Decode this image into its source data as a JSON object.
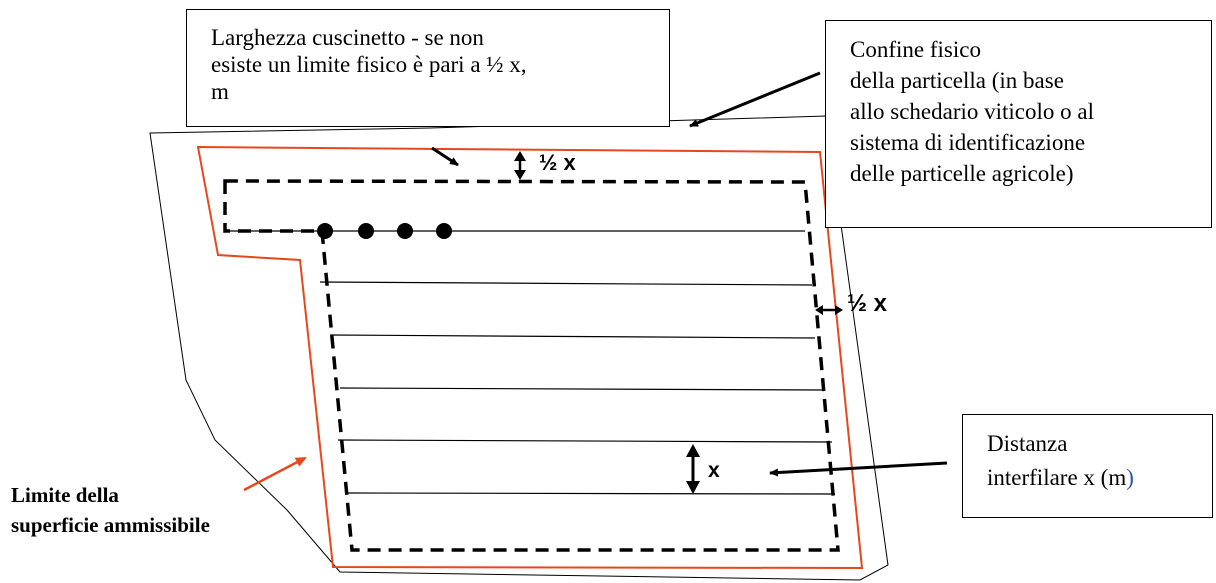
{
  "labels": {
    "larghezza_line1": "Larghezza cuscinetto - se non",
    "larghezza_line2": "esiste un limite fisico è pari a ½ x,",
    "larghezza_line3": "m",
    "confine_line1": "Confine fisico",
    "confine_line2": "della particella (in base",
    "confine_line3": "allo schedario viticolo o al",
    "confine_line4": "sistema di identificazione",
    "confine_line5": "delle particelle agricole)",
    "distanza_line1": "Distanza",
    "distanza_line2": "interfilare x (m",
    "distanza_line2_end": ")",
    "half_x_top": "½ x",
    "half_x_right": "½ x",
    "x_label": "x",
    "limite_line1": "Limite della",
    "limite_line2": "superficie ammissibile"
  },
  "colors": {
    "eligible_boundary": "#e8471c",
    "outline": "#000000",
    "unit_accent": "#2e56a8"
  }
}
